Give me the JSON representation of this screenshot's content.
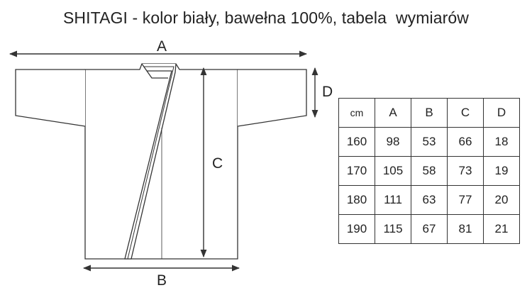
{
  "title": "SHITAGI - kolor biały, bawełna 100%, tabela  wymiarów",
  "dimension_labels": {
    "a": "A",
    "b": "B",
    "c": "C",
    "d": "D"
  },
  "size_table": {
    "header": [
      "cm",
      "A",
      "B",
      "C",
      "D"
    ],
    "rows": [
      [
        "160",
        "98",
        "53",
        "66",
        "18"
      ],
      [
        "170",
        "105",
        "58",
        "73",
        "19"
      ],
      [
        "180",
        "111",
        "63",
        "77",
        "20"
      ],
      [
        "190",
        "115",
        "67",
        "81",
        "21"
      ]
    ]
  },
  "colors": {
    "line": "#333333",
    "text": "#222222",
    "background": "#ffffff"
  }
}
